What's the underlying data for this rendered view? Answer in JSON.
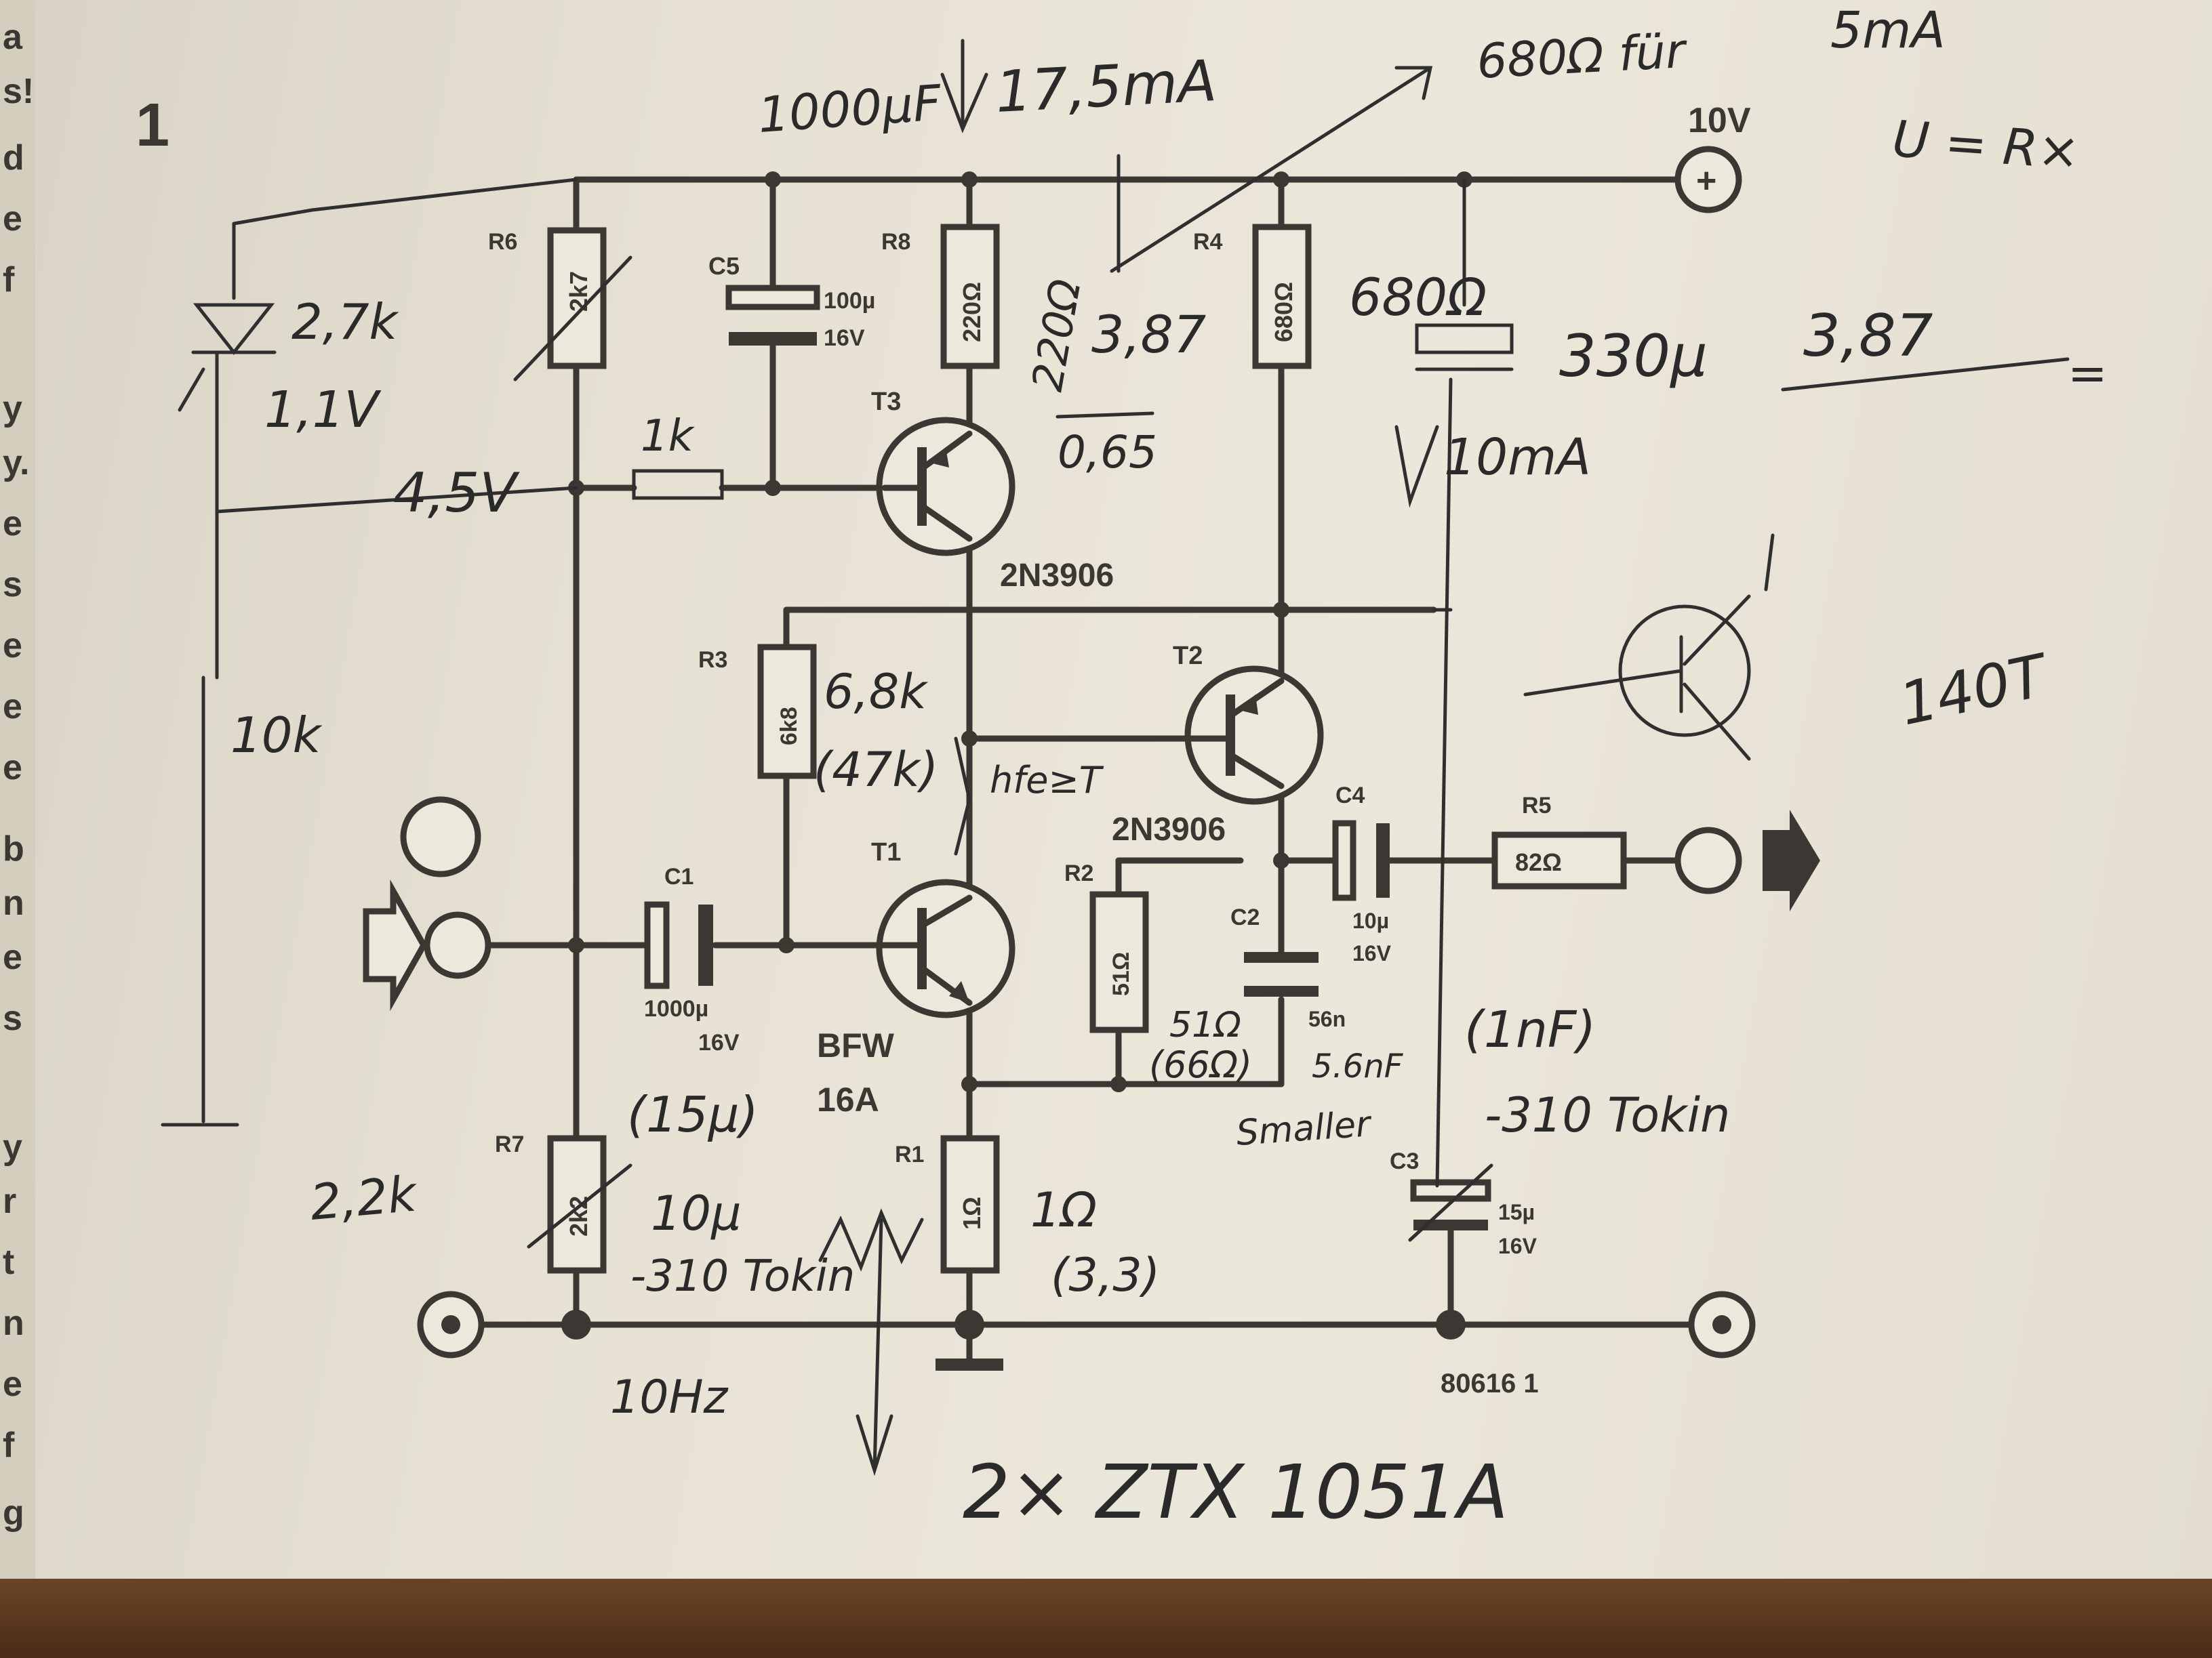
{
  "figure": {
    "number": "1",
    "code": "80616 1",
    "supply": "10V"
  },
  "printed": {
    "R6": {
      "name": "R6",
      "value": "2k7"
    },
    "R8": {
      "name": "R8",
      "value": "220Ω"
    },
    "R4": {
      "name": "R4",
      "value": "680Ω"
    },
    "R3": {
      "name": "R3",
      "value": "6k8"
    },
    "R2": {
      "name": "R2",
      "value": "51Ω"
    },
    "R5": {
      "name": "R5",
      "value": "82Ω"
    },
    "R7": {
      "name": "R7",
      "value": "2k2"
    },
    "R1": {
      "name": "R1",
      "value": "1Ω"
    },
    "C5": {
      "name": "C5",
      "value1": "100µ",
      "value2": "16V"
    },
    "C1": {
      "name": "C1",
      "value1": "1000µ",
      "value2": "16V"
    },
    "C2": {
      "name": "C2",
      "value1": "56n"
    },
    "C4": {
      "name": "C4",
      "value1": "10µ",
      "value2": "16V"
    },
    "C3": {
      "name": "C3",
      "value1": "15µ",
      "value2": "16V"
    },
    "T3": {
      "name": "T3",
      "type": "2N3906"
    },
    "T2": {
      "name": "T2",
      "type": "2N3906"
    },
    "T1": {
      "name": "T1",
      "type1": "BFW",
      "type2": "16A"
    }
  },
  "handwritten": {
    "top_c": "1000µF",
    "top_i": "17,5mA",
    "top_r": "680Ω für",
    "top_rr": "5mA",
    "u_eq": "U = R×",
    "led_r": "2,7k",
    "led_v": "1,1V",
    "bias_v": "4,5V",
    "res_1k": "1k",
    "pot_10k": "10k",
    "r8_alt": "220Ω",
    "val_387a": "3,87",
    "val_065": "0,65",
    "r3_alt1": "6,8k",
    "r3_alt2": "(47k)",
    "hfe": "hfe≥T",
    "new_r": "680Ω",
    "new_c": "330µ",
    "val_387b": "3,87",
    "eq": "=",
    "i10": "10mA",
    "t140": "140T",
    "c2_note": "(1nF)",
    "r2_alt1": "51Ω",
    "r2_alt2": "(66Ω)",
    "c2_alt": "5.6nF",
    "smaller": "Smaller",
    "tokin1": "-310 Tokin",
    "c1_alt": "(15µ)",
    "r7_alt": "2,2k",
    "c_10u": "10µ",
    "tokin2": "-310 Tokin",
    "r1_alt1": "1Ω",
    "r1_alt2": "(3,3)",
    "hz": "10Hz",
    "bottom": "2× ZTX 1051A"
  },
  "margin_letters": [
    "a",
    "s!",
    "d",
    "e",
    "f",
    "y",
    "y.",
    "e",
    "s",
    "e",
    "e",
    "e",
    "b",
    "n",
    "e",
    "s",
    "y",
    "r",
    "t",
    "n",
    "e",
    "f",
    "g"
  ]
}
